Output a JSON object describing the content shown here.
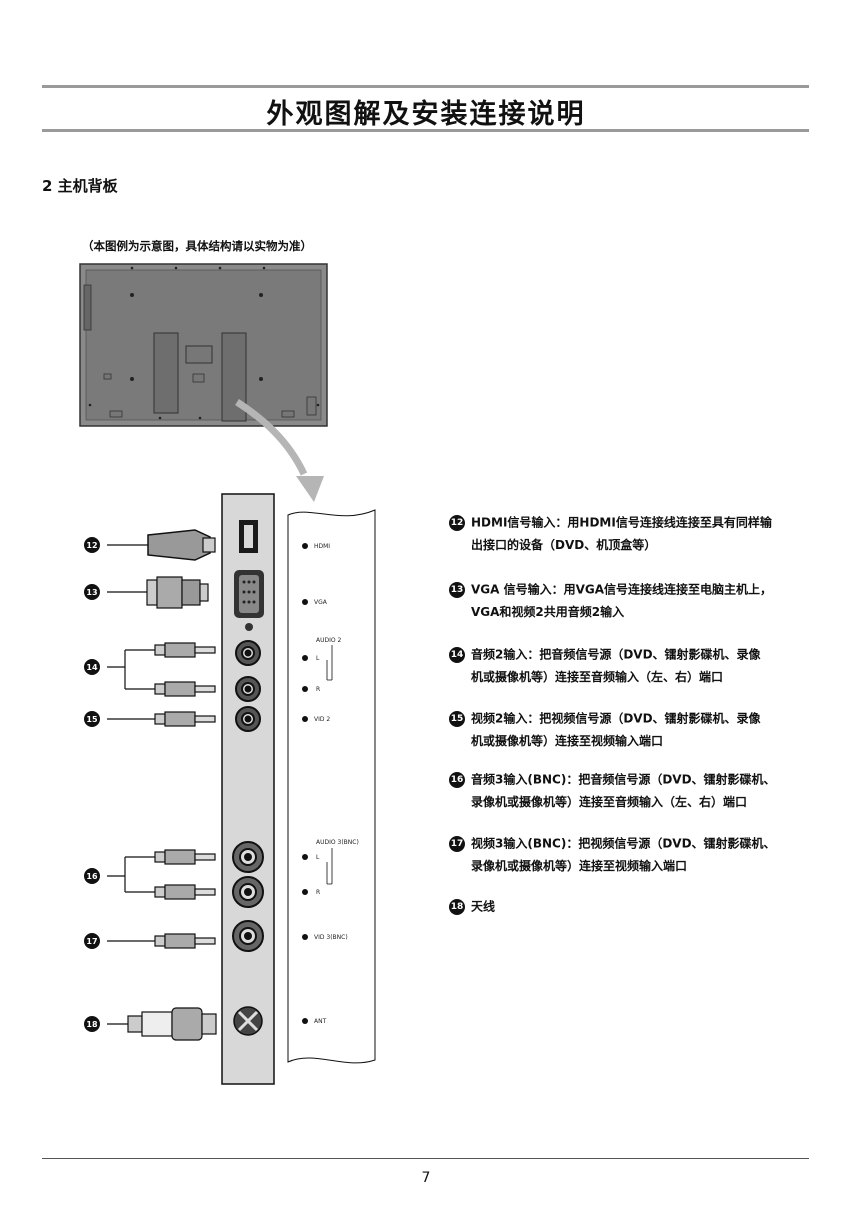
{
  "title": "外观图解及安装连接说明",
  "section": "2 主机背板",
  "caption": "（本图例为示意图，具体结构请以实物为准）",
  "port_labels": {
    "hdmi": "HDMI",
    "vga": "VGA",
    "audio2": "AUDIO 2",
    "l": "L",
    "r": "R",
    "vid2": "VID 2",
    "audio3": "AUDIO 3(BNC)",
    "vid3": "VID 3(BNC)",
    "ant": "ANT"
  },
  "callouts": [
    "12",
    "13",
    "14",
    "15",
    "16",
    "17",
    "18"
  ],
  "descriptions": [
    {
      "num": "12",
      "line1": "HDMI信号输入：用HDMI信号连接线连接至具有同样输",
      "line2": "出接口的设备（DVD、机顶盒等）"
    },
    {
      "num": "13",
      "line1": "VGA 信号输入：用VGA信号连接线连接至电脑主机上，",
      "line2": "VGA和视频2共用音频2输入"
    },
    {
      "num": "14",
      "line1": "音频2输入：把音频信号源（DVD、镭射影碟机、录像",
      "line2": "机或摄像机等）连接至音频输入（左、右）端口"
    },
    {
      "num": "15",
      "line1": "视频2输入：把视频信号源（DVD、镭射影碟机、录像",
      "line2": "机或摄像机等）连接至视频输入端口"
    },
    {
      "num": "16",
      "line1": "音频3输入(BNC)：把音频信号源（DVD、镭射影碟机、",
      "line2": "录像机或摄像机等）连接至音频输入（左、右）端口"
    },
    {
      "num": "17",
      "line1": "视频3输入(BNC)：把视频信号源（DVD、镭射影碟机、",
      "line2": "录像机或摄像机等）连接至视频输入端口"
    },
    {
      "num": "18",
      "line1": "天线",
      "line2": ""
    }
  ],
  "page_number": "7"
}
